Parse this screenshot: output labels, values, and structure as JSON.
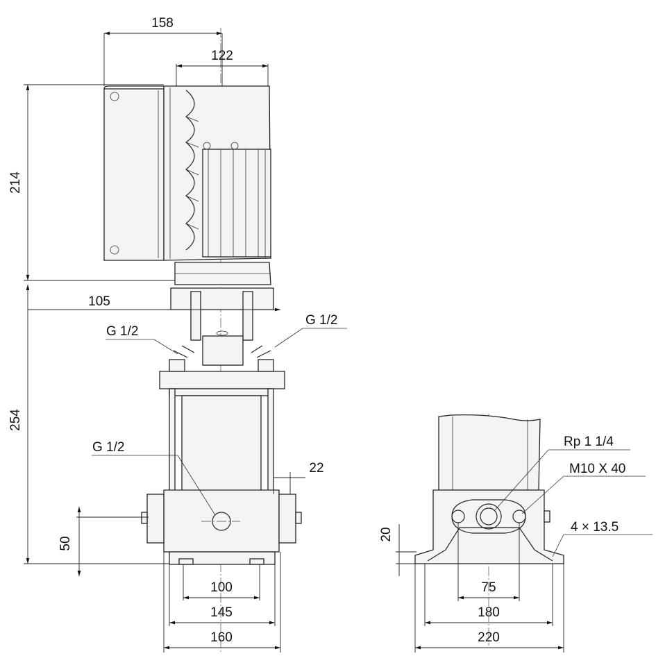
{
  "dimensions": {
    "d158": "158",
    "d122": "122",
    "d214": "214",
    "d105": "105",
    "d254": "254",
    "d22": "22",
    "d50": "50",
    "d100": "100",
    "d145": "145",
    "d160": "160",
    "d20": "20",
    "d75": "75",
    "d180": "180",
    "d220": "220"
  },
  "callouts": {
    "g_left": "G 1/2",
    "g_right": "G 1/2",
    "g_lower": "G 1/2",
    "rp": "Rp 1 1/4",
    "bolt": "M10 X 40",
    "holes": "4 × 13.5"
  },
  "colors": {
    "line": "#222222",
    "fill": "#f4f4f4",
    "background": "#ffffff"
  }
}
